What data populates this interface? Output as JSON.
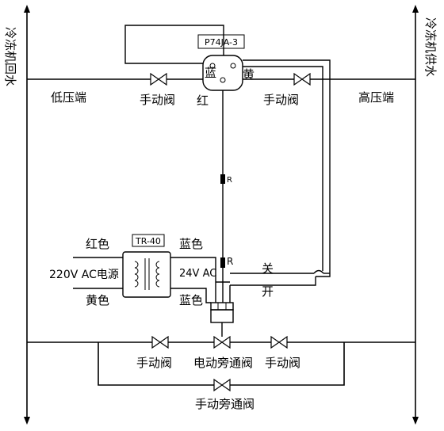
{
  "labels": {
    "return_water": "冷冻机回水",
    "supply_water": "冷冻机供水",
    "low_pressure": "低压端",
    "high_pressure": "高压端",
    "controller_model": "P74JA-3",
    "wire_blue": "蓝",
    "wire_yellow": "黄",
    "wire_red": "红",
    "manual_valve_left": "手动阀",
    "manual_valve_right": "手动阀",
    "transformer_model": "TR-40",
    "red_wire": "红色",
    "blue_wire_top": "蓝色",
    "yellow_wire": "黄色",
    "blue_wire_bottom": "蓝色",
    "voltage_in": "220V AC电源",
    "voltage_out": "24V AC",
    "relay_r1": "R",
    "relay_r2": "R",
    "switch_off": "关",
    "switch_on": "开",
    "bottom_manual_left": "手动阀",
    "motorized_bypass": "电动旁通阀",
    "bottom_manual_right": "手动阀",
    "manual_bypass": "手动旁通阀"
  }
}
